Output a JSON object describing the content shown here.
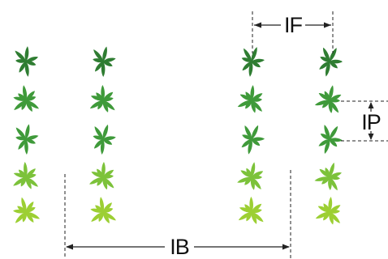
{
  "labels": {
    "inter_row_bed": "IB",
    "inter_row_fila": "IF",
    "inter_plant": "IP"
  },
  "colors": {
    "leaf_dark": "#2f7d32",
    "leaf_mid": "#3f9a3a",
    "leaf_light": "#7cc23a",
    "leaf_lightest": "#9ccf33",
    "line": "#222222"
  },
  "plant_grid": {
    "columns": 4,
    "rows": 5,
    "icon": "plant-rosette-icon"
  }
}
